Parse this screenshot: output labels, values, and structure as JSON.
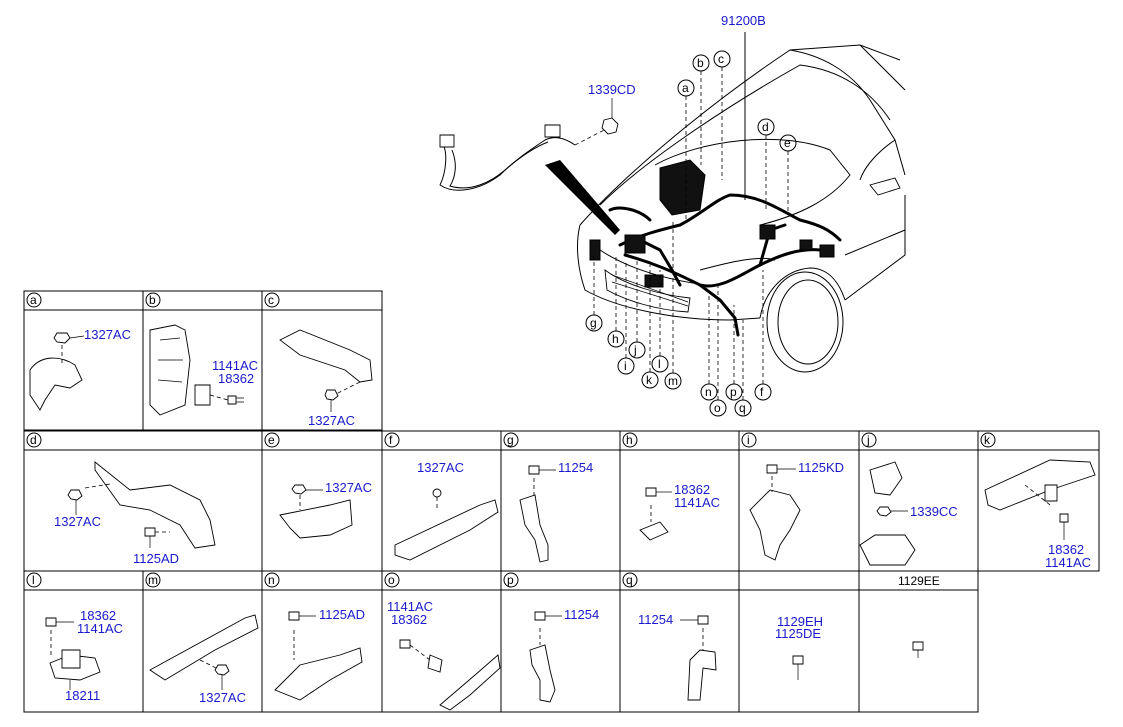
{
  "main_part": "91200B",
  "top_parts": [
    "1339CD"
  ],
  "callouts": [
    "a",
    "b",
    "c",
    "d",
    "e",
    "f",
    "g",
    "h",
    "i",
    "j",
    "k",
    "l",
    "m",
    "n",
    "o",
    "p",
    "q"
  ],
  "cells": {
    "a": {
      "header": "a",
      "parts": [
        "1327AC"
      ]
    },
    "b": {
      "header": "b",
      "parts": [
        "1141AC",
        "18362"
      ]
    },
    "c": {
      "header": "c",
      "parts": [
        "1327AC"
      ]
    },
    "d": {
      "header": "d",
      "parts": [
        "1327AC",
        "1125AD"
      ]
    },
    "e": {
      "header": "e",
      "parts": [
        "1327AC"
      ]
    },
    "f": {
      "header": "f",
      "parts": [
        "1327AC"
      ]
    },
    "g": {
      "header": "g",
      "parts": [
        "11254"
      ]
    },
    "h": {
      "header": "h",
      "parts": [
        "18362",
        "1141AC"
      ]
    },
    "i": {
      "header": "i",
      "parts": [
        "1125KD"
      ]
    },
    "j": {
      "header": "j",
      "parts": [
        "1339CC"
      ]
    },
    "k": {
      "header": "k",
      "parts": [
        "18362",
        "1141AC"
      ]
    },
    "l": {
      "header": "l",
      "parts": [
        "18362",
        "1141AC",
        "18211"
      ]
    },
    "m": {
      "header": "m",
      "parts": [
        "1327AC"
      ]
    },
    "n": {
      "header": "n",
      "parts": [
        "1125AD"
      ]
    },
    "o": {
      "header": "o",
      "parts": [
        "1141AC",
        "18362"
      ]
    },
    "p": {
      "header": "p",
      "parts": [
        "11254"
      ]
    },
    "q": {
      "header": "q",
      "parts": [
        "11254"
      ]
    },
    "r": {
      "header": "",
      "parts": [
        "1129EH",
        "1125DE"
      ]
    },
    "s": {
      "header": "1129EE",
      "parts": []
    }
  }
}
